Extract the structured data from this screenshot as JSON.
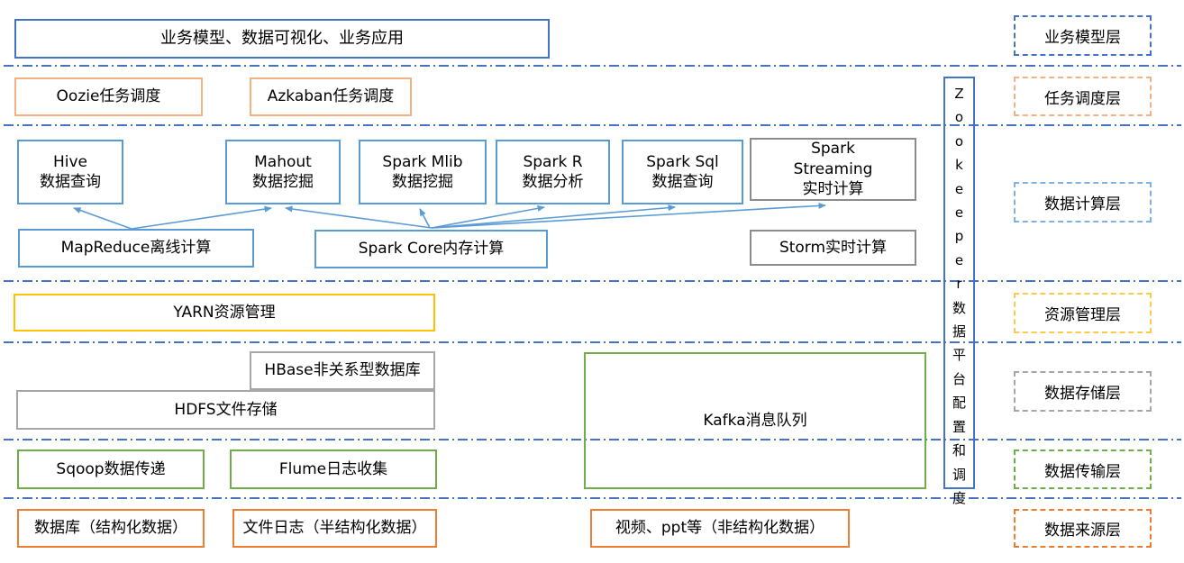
{
  "palette": {
    "separator_blue": "#4472C4",
    "box_blue": "#4472C4",
    "compute_blue": "#5B9BD5",
    "light_orange": "#F4B183",
    "orange": "#ED7D31",
    "gold": "#FFC000",
    "gray": "#A6A6A6",
    "dark_gray": "#8C8C8C",
    "green": "#70AD47"
  },
  "business_layer": {
    "app_box": "业务模型、数据可视化、业务应用"
  },
  "scheduling_layer": {
    "oozie": "Oozie任务调度",
    "azkaban": "Azkaban任务调度"
  },
  "compute_layer": {
    "hive": {
      "line1": "Hive",
      "line2": "数据查询"
    },
    "mahout": {
      "line1": "Mahout",
      "line2": "数据挖掘"
    },
    "spark_mlib": {
      "line1": "Spark Mlib",
      "line2": "数据挖掘"
    },
    "spark_r": {
      "line1": "Spark R",
      "line2": "数据分析"
    },
    "spark_sql": {
      "line1": "Spark Sql",
      "line2": "数据查询"
    },
    "spark_streaming": {
      "line1": "Spark",
      "line2": "Streaming",
      "line3": "实时计算"
    },
    "mapreduce": "MapReduce离线计算",
    "spark_core": "Spark Core内存计算",
    "storm": "Storm实时计算"
  },
  "resource_layer": {
    "yarn": "YARN资源管理"
  },
  "storage_layer": {
    "hbase": "HBase非关系型数据库",
    "hdfs": "HDFS文件存储",
    "kafka": "Kafka消息队列"
  },
  "transport_layer": {
    "sqoop": "Sqoop数据传递",
    "flume": "Flume日志收集"
  },
  "source_layer": {
    "database": "数据库（结构化数据）",
    "filelog": "文件日志（半结构化数据）",
    "media": "视频、ppt等（非结构化数据）"
  },
  "zookeeper": {
    "text": "Zookeeper数据平台配置和调度"
  },
  "layer_labels": {
    "business": "业务模型层",
    "scheduling": "任务调度层",
    "compute": "数据计算层",
    "resource": "资源管理层",
    "storage": "数据存储层",
    "transport": "数据传输层",
    "source": "数据来源层"
  }
}
